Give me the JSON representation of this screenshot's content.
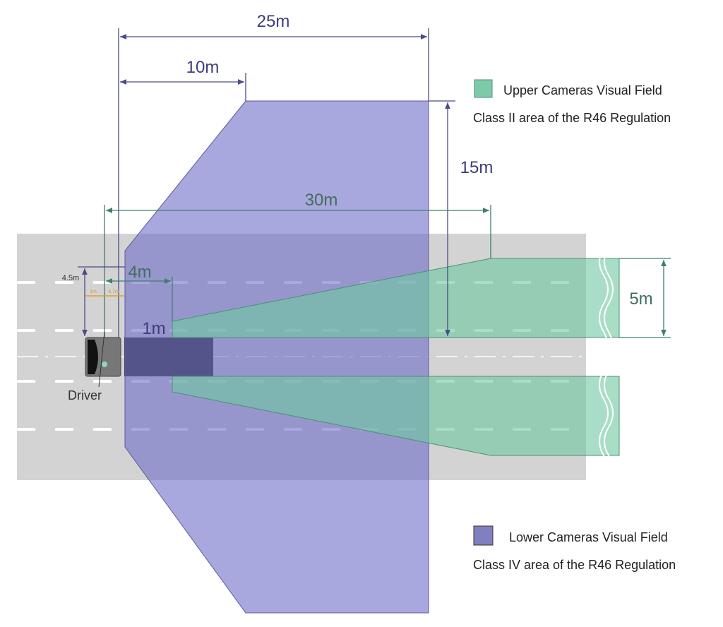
{
  "dimensions": {
    "d25": "25m",
    "d10": "10m",
    "d15": "15m",
    "d30": "30m",
    "d5": "5m",
    "d4": "4m",
    "d1": "1m",
    "d4_5": "4.5m",
    "small_1m": "1m",
    "small_4_7m": "4.7m"
  },
  "driver_label": "Driver",
  "legend": {
    "upper": {
      "label": "Upper Cameras Visual Field",
      "sub": "Class II area of the R46 Regulation",
      "color": "#7ccaa9"
    },
    "lower": {
      "label": "Lower Cameras Visual Field",
      "sub": "Class IV area of the R46 Regulation",
      "color": "#8080c0"
    }
  }
}
